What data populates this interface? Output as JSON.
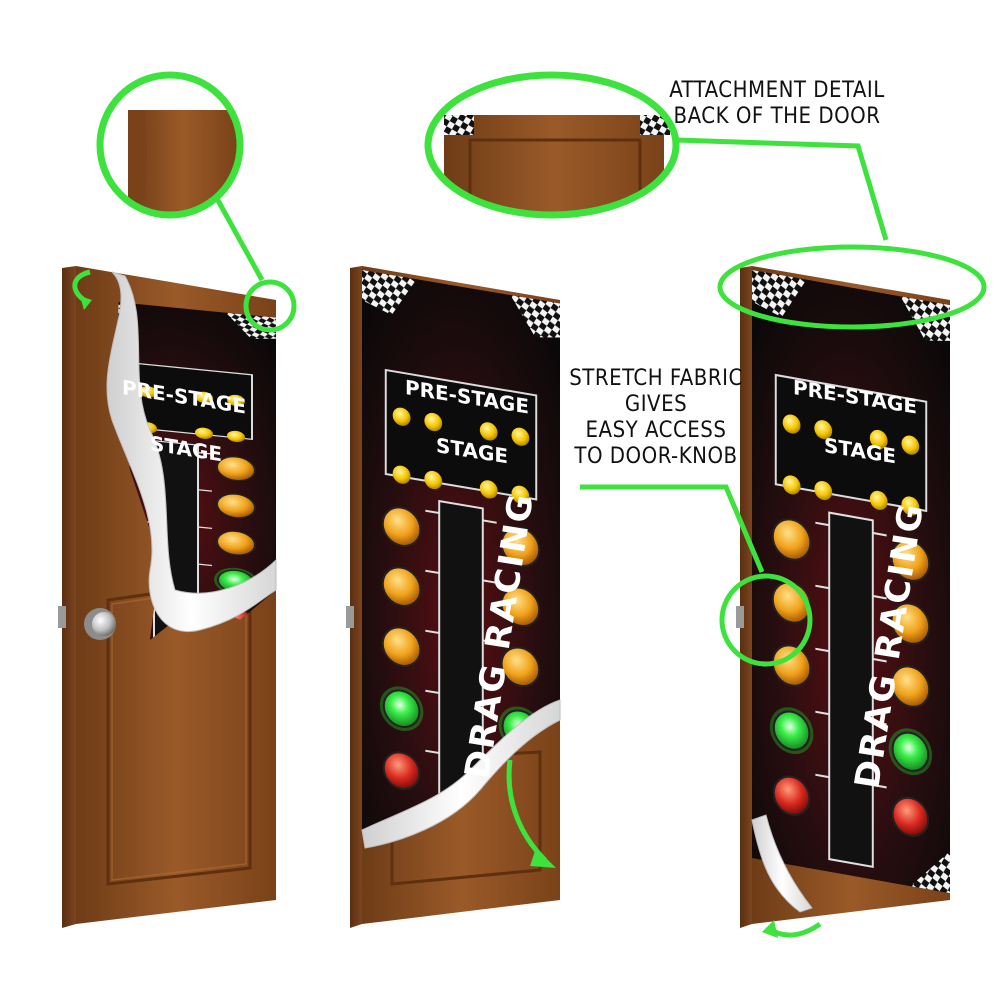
{
  "banner": {
    "prestage_label": "PRE-STAGE",
    "stage_label": "STAGE",
    "title": "DRAG RACING"
  },
  "callouts": {
    "attachment": [
      "ATTACHMENT DETAIL",
      "BACK OF THE DOOR"
    ],
    "stretch": [
      "STRETCH FABRIC",
      "GIVES",
      "EASY ACCESS",
      "TO DOOR-KNOB"
    ]
  },
  "colors": {
    "highlight_green": "#3de23d",
    "door_wood": "#8a4f22",
    "banner_dark": "#1c1214",
    "banner_red": "#5a1014",
    "amber_light": "#f0a21a",
    "green_light": "#3cf04a",
    "red_light": "#d8281e"
  },
  "icons": [
    "door-knob-icon",
    "checkered-flag-icon",
    "curved-arrow-icon",
    "magnifier-circle-icon"
  ]
}
